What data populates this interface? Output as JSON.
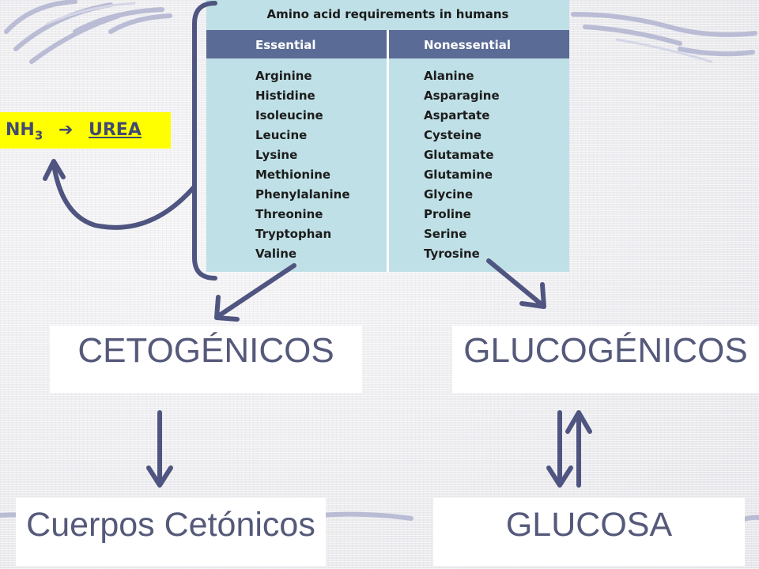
{
  "colors": {
    "background": "#eeeef0",
    "table_body": "#bfe0e6",
    "table_header": "#5a6b95",
    "arrow": "#4f5580",
    "label_text": "#55597a",
    "highlight": "#ffff00",
    "swirl": "#b9bcd4"
  },
  "table": {
    "title": "Amino acid requirements in humans",
    "columns": {
      "essential": "Essential",
      "nonessential": "Nonessential"
    },
    "essential": [
      "Arginine",
      "Histidine",
      "Isoleucine",
      "Leucine",
      "Lysine",
      "Methionine",
      "Phenylalanine",
      "Threonine",
      "Tryptophan",
      "Valine"
    ],
    "nonessential": [
      "Alanine",
      "Asparagine",
      "Aspartate",
      "Cysteine",
      "Glutamate",
      "Glutamine",
      "Glycine",
      "Proline",
      "Serine",
      "Tyrosine"
    ]
  },
  "urea_tag": {
    "nh": "NH",
    "subscript": "3",
    "arrow": "➔",
    "urea": "UREA"
  },
  "labels": {
    "ketogenic": "CETOGÉNICOS",
    "glucogenic": "GLUCOGÉNICOS",
    "ketone_bodies": "Cuerpos Cetónicos",
    "glucose": "GLUCOSA"
  },
  "icons": {
    "arrow_down": "arrow-down-icon",
    "double_arrow": "bidirectional-arrow-icon",
    "curved_arrow": "curved-arrow-icon"
  }
}
